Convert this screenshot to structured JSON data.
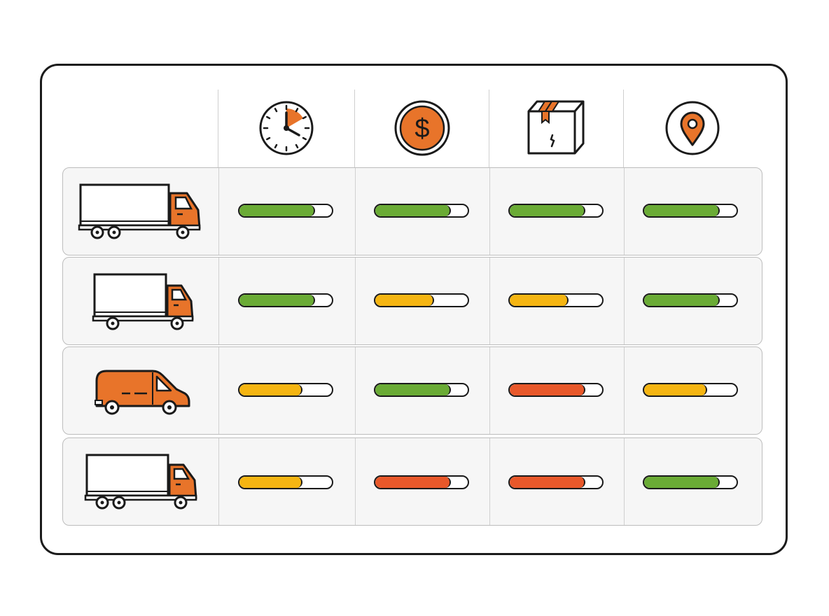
{
  "header": {
    "columns": [
      {
        "key": "time",
        "icon": "clock-icon"
      },
      {
        "key": "cost",
        "icon": "dollar-icon"
      },
      {
        "key": "package",
        "icon": "package-box-icon"
      },
      {
        "key": "location",
        "icon": "location-pin-icon"
      }
    ]
  },
  "colors": {
    "accent": "#e8742a",
    "high": "#6aab35",
    "medium": "#f5b512",
    "low": "#e8582a",
    "outline": "#1a1a1a"
  },
  "rows": [
    {
      "vehicle": "large-box-truck",
      "icon": "large-truck-icon",
      "ratings": [
        {
          "level": "high",
          "fill": 0.8
        },
        {
          "level": "high",
          "fill": 0.8
        },
        {
          "level": "high",
          "fill": 0.8
        },
        {
          "level": "high",
          "fill": 0.8
        }
      ]
    },
    {
      "vehicle": "medium-box-truck",
      "icon": "medium-truck-icon",
      "ratings": [
        {
          "level": "high",
          "fill": 0.8
        },
        {
          "level": "medium",
          "fill": 0.62
        },
        {
          "level": "medium",
          "fill": 0.62
        },
        {
          "level": "high",
          "fill": 0.8
        }
      ]
    },
    {
      "vehicle": "delivery-van",
      "icon": "van-icon",
      "ratings": [
        {
          "level": "medium",
          "fill": 0.67
        },
        {
          "level": "high",
          "fill": 0.8
        },
        {
          "level": "low",
          "fill": 0.8
        },
        {
          "level": "medium",
          "fill": 0.67
        }
      ]
    },
    {
      "vehicle": "box-truck",
      "icon": "box-truck-icon",
      "ratings": [
        {
          "level": "medium",
          "fill": 0.67
        },
        {
          "level": "low",
          "fill": 0.8
        },
        {
          "level": "low",
          "fill": 0.8
        },
        {
          "level": "high",
          "fill": 0.8
        }
      ]
    }
  ]
}
